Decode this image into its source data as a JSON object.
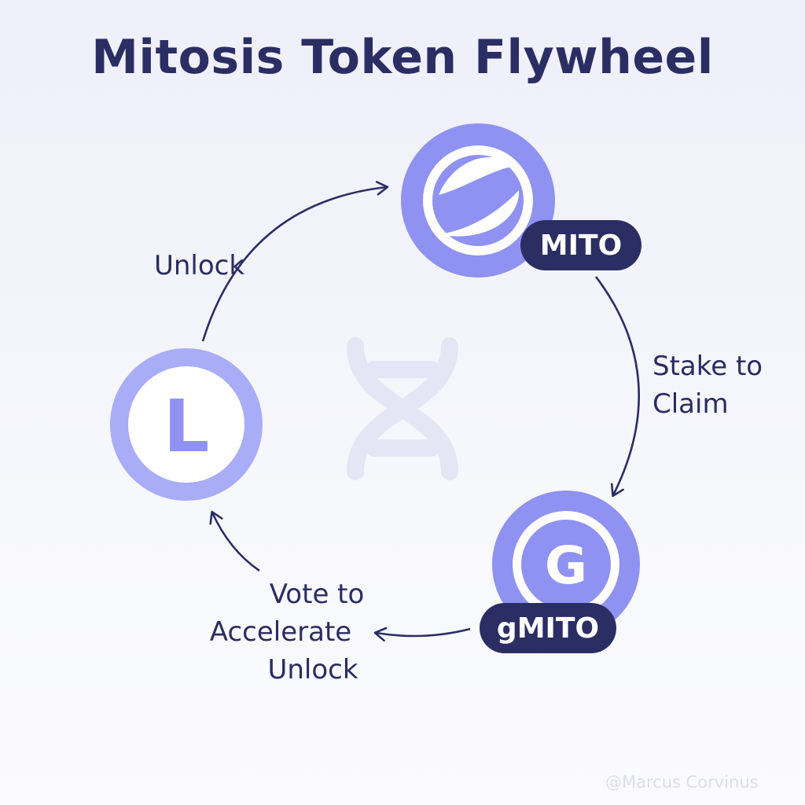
{
  "title": "Mitosis Token Flywheel",
  "nodes": {
    "mito": {
      "label": "MITO",
      "color": "#8f92f0"
    },
    "gmito": {
      "label": "gMITO",
      "glyph": "G",
      "color": "#8f92f0"
    },
    "lmito": {
      "glyph": "L",
      "color": "#a9acf6"
    }
  },
  "edges": {
    "unlock": {
      "label": "Unlock"
    },
    "stake": {
      "label": "Stake to Claim"
    },
    "vote": {
      "label_lines": [
        "Vote to",
        "Accelerate",
        "Unlock"
      ]
    }
  },
  "watermark": "@Marcus Corvinus",
  "colors": {
    "dark": "#2b2e63",
    "accent": "#8f92f0",
    "light_accent": "#a9acf6",
    "dna": "#e4e5f5"
  }
}
